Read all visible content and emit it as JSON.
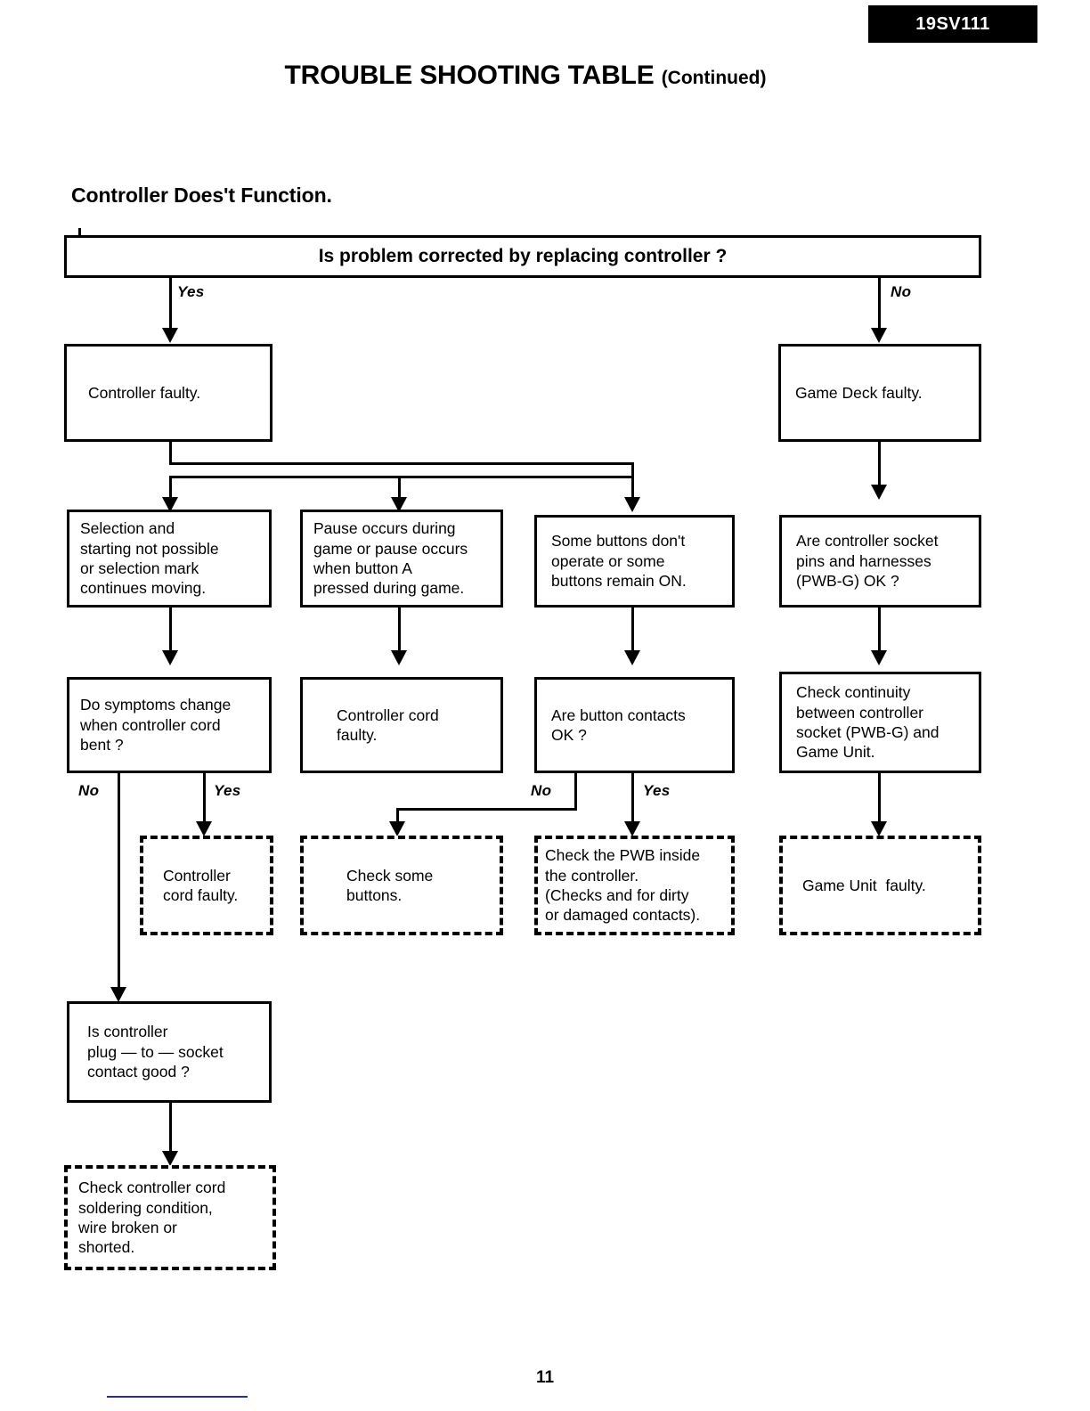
{
  "header": {
    "doc_code": "19SV111",
    "title": "TROUBLE SHOOTING TABLE",
    "title_suffix": "(Continued)"
  },
  "section": {
    "heading": "Controller Does't Function."
  },
  "flow": {
    "root_question": "Is problem corrected by replacing controller ?",
    "labels": {
      "yes": "Yes",
      "no": "No"
    },
    "boxes": {
      "controller_faulty": "Controller faulty.",
      "game_deck_faulty": "Game Deck faulty.",
      "selection_problem": {
        "line1": "Selection and",
        "line2": "starting not possible",
        "line3": "or selection mark",
        "line4": "continues moving."
      },
      "pause_problem": {
        "line1": "Pause occurs during",
        "line2": "game or pause occurs",
        "line3": "when button A",
        "line4": "pressed during game."
      },
      "buttons_problem": {
        "line1": "Some buttons don't",
        "line2": "operate or some",
        "line3": "buttons remain ON."
      },
      "socket_pins_question": {
        "line1": "Are controller socket",
        "line2": "pins and harnesses",
        "line3": "(PWB-G) OK ?"
      },
      "symptoms_question": {
        "line1": "Do symptoms change",
        "line2": "when controller cord",
        "line3": "bent ?"
      },
      "cord_faulty": {
        "line1": "Controller cord",
        "line2": "faulty."
      },
      "contacts_question": {
        "line1": "Are button contacts",
        "line2": "OK ?"
      },
      "check_continuity": {
        "line1": "Check continuity",
        "line2": "between controller",
        "line3": "socket (PWB-G) and",
        "line4": "Game Unit."
      },
      "cord_faulty_result": {
        "line1": "Controller",
        "line2": "cord faulty."
      },
      "check_buttons_result": {
        "line1": "Check some",
        "line2": "buttons."
      },
      "check_pwb_result": {
        "line1": "Check the PWB inside",
        "line2": "the controller.",
        "line3": "(Checks and for dirty",
        "line4": "or damaged contacts)."
      },
      "game_unit_faulty_result": "Game Unit  faulty.",
      "plug_socket_question": {
        "line1": "Is controller",
        "line2": "plug — to — socket",
        "line3": "contact good ?"
      },
      "check_soldering_result": {
        "line1": "Check controller cord",
        "line2": "soldering condition,",
        "line3": "wire broken or",
        "line4": "shorted."
      }
    },
    "branch_labels": {
      "root_yes": "Yes",
      "root_no": "No",
      "symptoms_no": "No",
      "symptoms_yes": "Yes",
      "contacts_no": "No",
      "contacts_yes": "Yes"
    }
  },
  "footer": {
    "page_number": "11"
  }
}
